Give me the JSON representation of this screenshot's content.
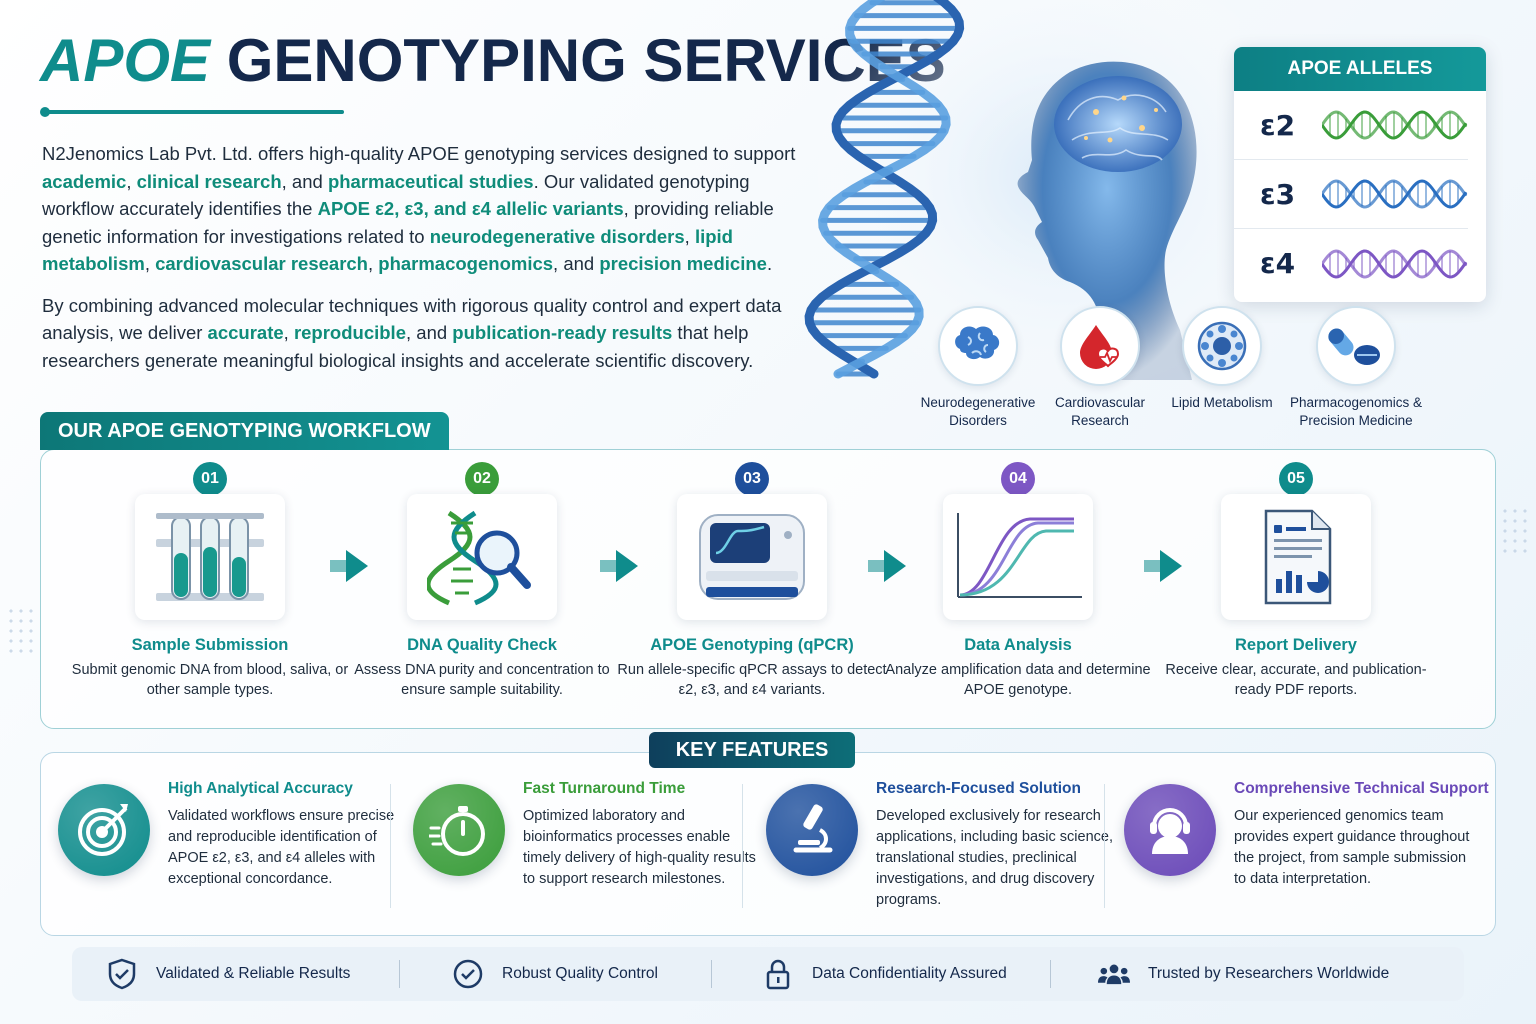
{
  "header": {
    "title_part1": "APOE",
    "title_part2": "GENOTYPING SERVICES"
  },
  "intro": {
    "p1": [
      {
        "t": "N2Jenomics Lab Pvt. Ltd. offers high-quality APOE genotyping services designed to support ",
        "h": false
      },
      {
        "t": "academic",
        "h": true
      },
      {
        "t": ", ",
        "h": false
      },
      {
        "t": "clinical research",
        "h": true
      },
      {
        "t": ", and ",
        "h": false
      },
      {
        "t": "pharmaceutical studies",
        "h": true
      },
      {
        "t": ". Our validated genotyping workflow accurately identifies the ",
        "h": false
      },
      {
        "t": "APOE ε2, ε3, and ε4 allelic variants",
        "h": true
      },
      {
        "t": ", providing reliable genetic information for investigations related to ",
        "h": false
      },
      {
        "t": "neurodegenerative disorders",
        "h": true
      },
      {
        "t": ", ",
        "h": false
      },
      {
        "t": "lipid metabolism",
        "h": true
      },
      {
        "t": ", ",
        "h": false
      },
      {
        "t": "cardiovascular research",
        "h": true
      },
      {
        "t": ", ",
        "h": false
      },
      {
        "t": "pharmacogenomics",
        "h": true
      },
      {
        "t": ", and ",
        "h": false
      },
      {
        "t": "precision medicine",
        "h": true
      },
      {
        "t": ".",
        "h": false
      }
    ],
    "p2": [
      {
        "t": "By combining advanced molecular techniques with rigorous quality control and expert data analysis, we deliver ",
        "h": false
      },
      {
        "t": "accurate",
        "h": true
      },
      {
        "t": ", ",
        "h": false
      },
      {
        "t": "reproducible",
        "h": true
      },
      {
        "t": ", and ",
        "h": false
      },
      {
        "t": "publication-ready results",
        "h": true
      },
      {
        "t": " that help researchers generate meaningful biological insights and accelerate scientific discovery.",
        "h": false
      }
    ]
  },
  "alleles": {
    "title": "APOE ALLELES",
    "items": [
      {
        "label": "ε2",
        "color": "#3a9d3a"
      },
      {
        "label": "ε3",
        "color": "#2a6fc1"
      },
      {
        "label": "ε4",
        "color": "#7d57c4"
      }
    ]
  },
  "applications": [
    {
      "label": "Neurodegenerative Disorders",
      "icon": "brain-icon"
    },
    {
      "label": "Cardiovascular Research",
      "icon": "blood-drop-heart-icon"
    },
    {
      "label": "Lipid Metabolism",
      "icon": "lipid-particle-icon"
    },
    {
      "label": "Pharmacogenomics & Precision Medicine",
      "icon": "pills-icon"
    }
  ],
  "workflow": {
    "title": "OUR APOE GENOTYPING WORKFLOW",
    "steps": [
      {
        "num": "01",
        "title": "Sample Submission",
        "desc": "Submit genomic DNA from blood, saliva, or other sample types.",
        "color": "#0f8c8c",
        "icon": "test-tubes-icon"
      },
      {
        "num": "02",
        "title": "DNA Quality Check",
        "desc": "Assess DNA purity and concentration to ensure sample suitability.",
        "color": "#3a9d3a",
        "icon": "dna-magnifier-icon"
      },
      {
        "num": "03",
        "title": "APOE Genotyping (qPCR)",
        "desc": "Run allele-specific qPCR assays to detect ε2, ε3, and ε4 variants.",
        "color": "#1e4f9c",
        "icon": "qpcr-instrument-icon"
      },
      {
        "num": "04",
        "title": "Data Analysis",
        "desc": "Analyze amplification data and determine APOE genotype.",
        "color": "#7d57c4",
        "icon": "amplification-curve-icon"
      },
      {
        "num": "05",
        "title": "Report Delivery",
        "desc": "Receive clear, accurate, and publication-ready PDF reports.",
        "color": "#0f8c8c",
        "icon": "report-document-icon"
      }
    ]
  },
  "features": {
    "title": "KEY FEATURES",
    "items": [
      {
        "title": "High Analytical Accuracy",
        "desc": "Validated workflows ensure precise and reproducible identification of APOE ε2, ε3, and ε4 alleles with exceptional concordance.",
        "color": "#0f8c8c",
        "icon": "target-icon"
      },
      {
        "title": "Fast Turnaround Time",
        "desc": "Optimized laboratory and bioinformatics processes enable timely delivery of high-quality results to support research milestones.",
        "color": "#3a9d3a",
        "icon": "stopwatch-icon"
      },
      {
        "title": "Research-Focused Solution",
        "desc": "Developed exclusively for research applications, including basic science, translational studies, preclinical investigations, and drug discovery programs.",
        "color": "#1e4f9c",
        "icon": "microscope-icon"
      },
      {
        "title": "Comprehensive Technical Support",
        "desc": "Our experienced genomics team provides expert guidance throughout the project, from sample submission to data interpretation.",
        "color": "#6a49b8",
        "icon": "headset-support-icon"
      }
    ]
  },
  "trust": [
    {
      "label": "Validated & Reliable Results",
      "icon": "shield-check-icon"
    },
    {
      "label": "Robust Quality Control",
      "icon": "check-circle-icon"
    },
    {
      "label": "Data Confidentiality Assured",
      "icon": "lock-icon"
    },
    {
      "label": "Trusted by Researchers Worldwide",
      "icon": "people-icon"
    }
  ]
}
